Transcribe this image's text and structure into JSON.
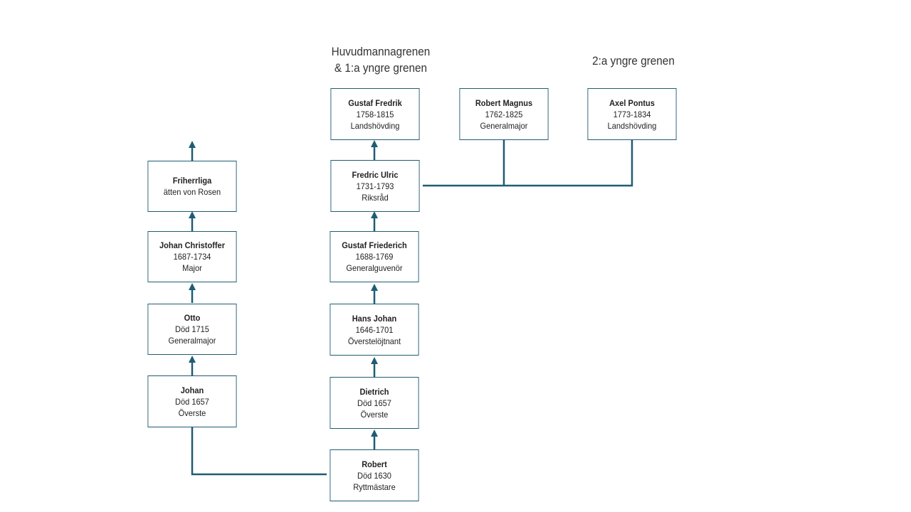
{
  "colors": {
    "connector": "#1f5c73",
    "box_border": "#1f5c73",
    "text": "#222222"
  },
  "headers": {
    "main_branch_line1": "Huvudmannagrenen",
    "main_branch_line2": "& 1:a yngre grenen",
    "second_branch": "2:a yngre grenen"
  },
  "people": {
    "gustaf_fredrik": {
      "name": "Gustaf Fredrik",
      "years": "1758-1815",
      "title": "Landshövding"
    },
    "robert_magnus": {
      "name": "Robert Magnus",
      "years": "1762-1825",
      "title": "Generalmajor"
    },
    "axel_pontus": {
      "name": "Axel Pontus",
      "years": "1773-1834",
      "title": "Landshövding"
    },
    "friherrliga": {
      "name": "Friherrliga",
      "years": "ätten von Rosen",
      "title": ""
    },
    "fredric_ulric": {
      "name": "Fredric Ulric",
      "years": "1731-1793",
      "title": "Riksråd"
    },
    "johan_christoffer": {
      "name": "Johan Christoffer",
      "years": "1687-1734",
      "title": "Major"
    },
    "gustaf_friederich": {
      "name": "Gustaf Friederich",
      "years": "1688-1769",
      "title": "Generalguvenör"
    },
    "otto": {
      "name": "Otto",
      "years": "Död 1715",
      "title": "Generalmajor"
    },
    "hans_johan": {
      "name": "Hans Johan",
      "years": "1646-1701",
      "title": "Överstelöjtnant"
    },
    "johan": {
      "name": "Johan",
      "years": "Död 1657",
      "title": "Överste"
    },
    "dietrich": {
      "name": "Dietrich",
      "years": "Död 1657",
      "title": "Överste"
    },
    "robert": {
      "name": "Robert",
      "years": "Död 1630",
      "title": "Ryttmästare"
    }
  }
}
